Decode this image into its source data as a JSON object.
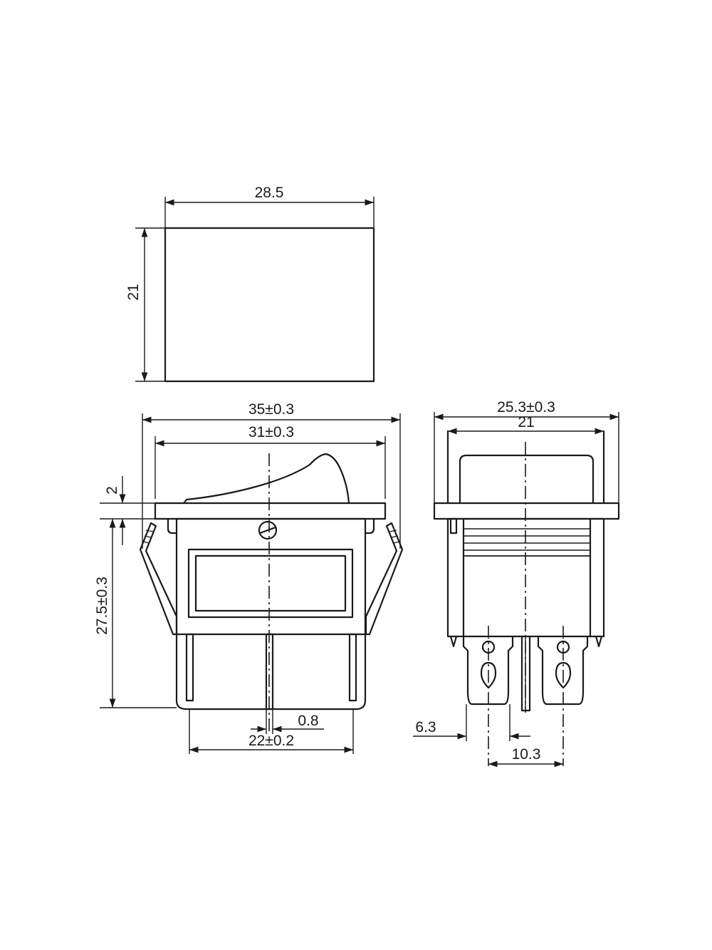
{
  "dimensions": {
    "top_width": "28.5",
    "top_height": "21",
    "front_outer_width": "35±0.3",
    "front_inner_width": "31±0.3",
    "flange_thickness": "2",
    "body_height": "27.5±0.3",
    "terminal_thickness": "0.8",
    "terminal_span": "22±0.2",
    "side_outer_width": "25.3±0.3",
    "side_inner_width": "21",
    "terminal_width": "6.3",
    "terminal_pitch": "10.3"
  },
  "colors": {
    "line": "#1a1a1a",
    "background": "#ffffff"
  }
}
